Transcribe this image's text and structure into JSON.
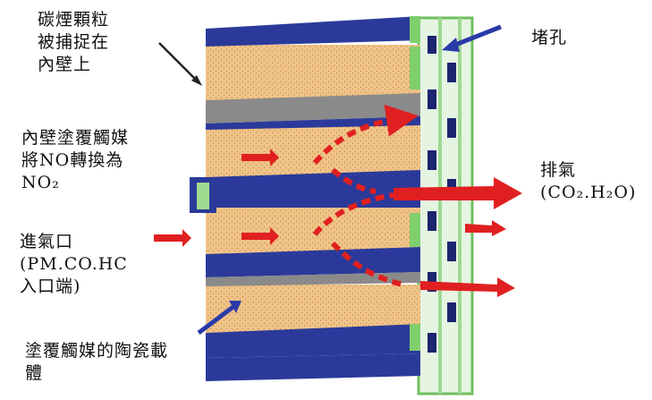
{
  "labels": {
    "soot": [
      "碳煙顆粒",
      "被捕捉在",
      "內壁上"
    ],
    "plugged": [
      "堵孔"
    ],
    "catalyst_inner": [
      "內壁塗覆觸媒",
      "將NO轉換為",
      "NO₂"
    ],
    "exhaust": [
      "排氣",
      "(CO₂.H₂O)"
    ],
    "inlet": [
      "進氣口",
      "(PM.CO.HC",
      "入口端)"
    ],
    "carrier": [
      "塗覆觸媒的陶瓷載",
      "體"
    ]
  },
  "colors": {
    "blue_wall": "#2b3a9a",
    "dark_blue": "#1b2570",
    "grey_wall": "#8a8a8a",
    "porous_fill": "#f0c489",
    "green_plug": "#7fcf6e",
    "flow_arrow": "#e02020",
    "pointer_arrow": "#2a3aa8"
  }
}
